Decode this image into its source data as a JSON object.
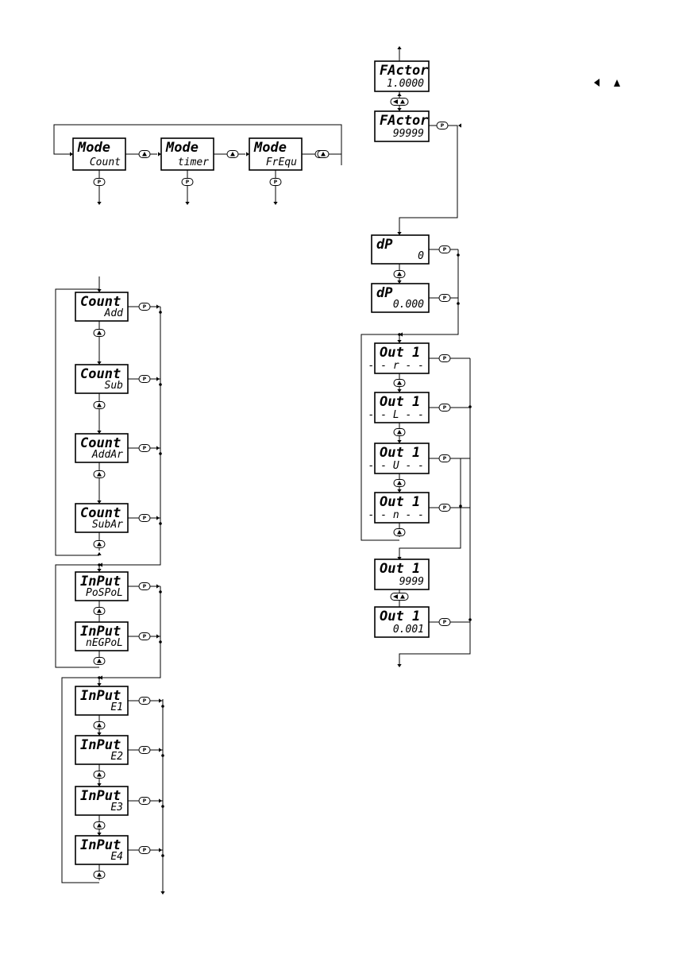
{
  "legend": {
    "keys": [
      "left-arrow-key",
      "up-arrow-key"
    ]
  },
  "mode_row": [
    {
      "top": "Mode",
      "bottom": "Count"
    },
    {
      "top": "Mode",
      "bottom": "timer"
    },
    {
      "top": "Mode",
      "bottom": "FrEqu"
    }
  ],
  "count_list": [
    {
      "top": "Count",
      "bottom": "Add"
    },
    {
      "top": "Count",
      "bottom": "Sub"
    },
    {
      "top": "Count",
      "bottom": "AddAr"
    },
    {
      "top": "Count",
      "bottom": "SubAr"
    }
  ],
  "input_pol": [
    {
      "top": "InPut",
      "bottom": "PoSPoL"
    },
    {
      "top": "InPut",
      "bottom": "nEGPoL"
    }
  ],
  "input_edge": [
    {
      "top": "InPut",
      "bottom": "E1"
    },
    {
      "top": "InPut",
      "bottom": "E2"
    },
    {
      "top": "InPut",
      "bottom": "E3"
    },
    {
      "top": "InPut",
      "bottom": "E4"
    }
  ],
  "factor": [
    {
      "top": "FActor",
      "bottom": "1.0000"
    },
    {
      "top": "FActor",
      "bottom": "99999"
    }
  ],
  "dp": [
    {
      "top": "dP",
      "bottom": "0"
    },
    {
      "top": "dP",
      "bottom": "0.000"
    }
  ],
  "out_mode": [
    {
      "top": "Out  1",
      "bottom": "- - r - -"
    },
    {
      "top": "Out  1",
      "bottom": "- - L - -"
    },
    {
      "top": "Out  1",
      "bottom": "- - U - -"
    },
    {
      "top": "Out  1",
      "bottom": "- - n - -"
    }
  ],
  "out_value": [
    {
      "top": "Out  1",
      "bottom": "9999"
    },
    {
      "top": "Out  1",
      "bottom": "0.001"
    }
  ],
  "buttons": {
    "program": "P"
  }
}
